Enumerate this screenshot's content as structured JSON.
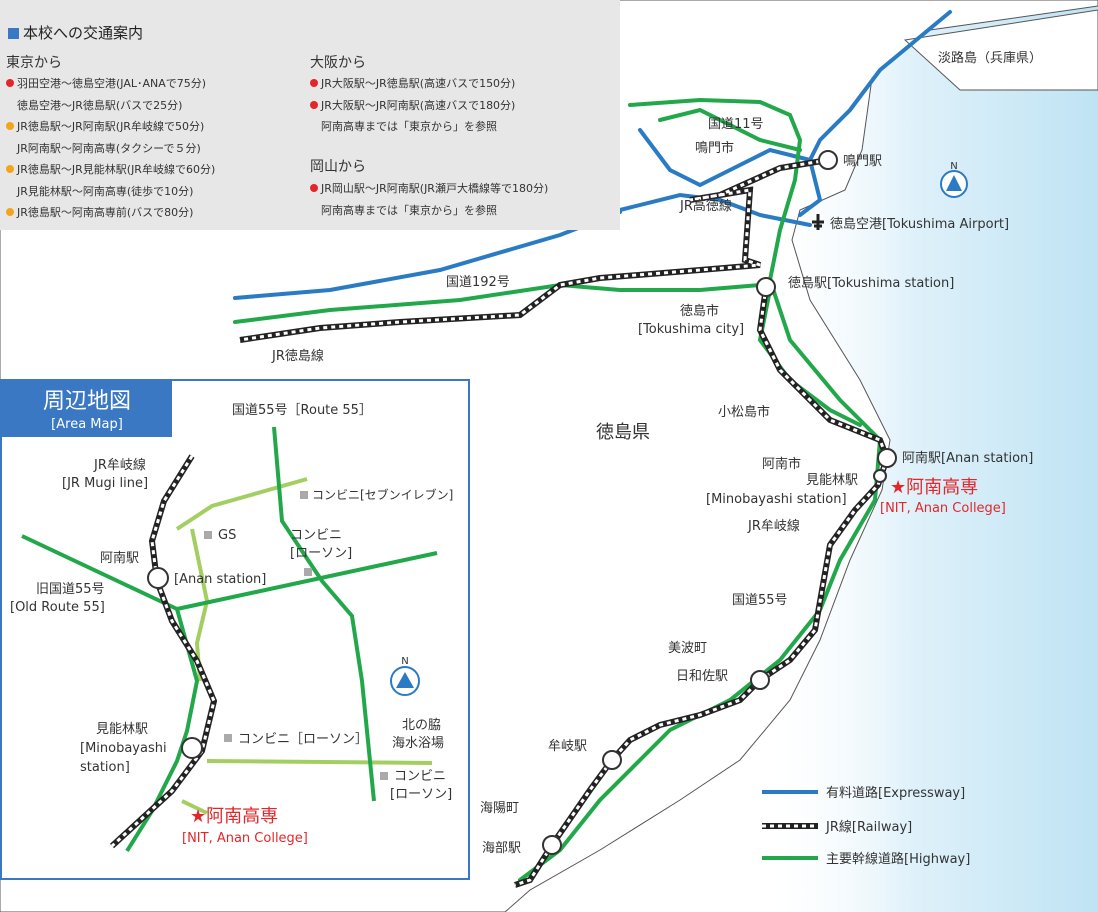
{
  "info": {
    "title": "本校への交通案内",
    "tokyo": {
      "heading": "東京から",
      "lines": [
        {
          "bullet": "red",
          "text": "羽田空港～徳島空港(JAL･ANAで75分)"
        },
        {
          "bullet": "none",
          "text": "徳島空港～JR徳島駅(バスで25分)"
        },
        {
          "bullet": "orange",
          "text": "JR徳島駅～JR阿南駅(JR牟岐線で50分)"
        },
        {
          "bullet": "none",
          "text": "JR阿南駅～阿南高専(タクシーで５分)"
        },
        {
          "bullet": "orange",
          "text": "JR徳島駅～JR見能林駅(JR牟岐線で60分)"
        },
        {
          "bullet": "none",
          "text": "JR見能林駅～阿南高専(徒歩で10分)"
        },
        {
          "bullet": "orange",
          "text": "JR徳島駅～阿南高専前(バスで80分)"
        }
      ]
    },
    "osaka": {
      "heading": "大阪から",
      "lines": [
        {
          "bullet": "red",
          "text": "JR大阪駅～JR徳島駅(高速バスで150分)"
        },
        {
          "bullet": "red",
          "text": "JR大阪駅～JR阿南駅(高速バスで180分)"
        },
        {
          "bullet": "none",
          "text": "阿南高専までは「東京から」を参照"
        }
      ]
    },
    "okayama": {
      "heading": "岡山から",
      "lines": [
        {
          "bullet": "red",
          "text": "JR岡山駅～JR阿南駅(JR瀬戸大橋線等で180分)"
        },
        {
          "bullet": "none",
          "text": "阿南高専までは「東京から」を参照"
        }
      ]
    }
  },
  "main_map": {
    "labels": {
      "awaji": "淡路島（兵庫県）",
      "route11": "国道11号",
      "naruto_city": "鳴門市",
      "naruto_station": "鳴門駅",
      "jr_kotoku": "JR高徳線",
      "airport": "徳島空港[Tokushima Airport]",
      "route192": "国道192号",
      "tokushima_station": "徳島駅[Tokushima station]",
      "tokushima_city": "徳島市",
      "tokushima_city_en": "[Tokushima city]",
      "jr_tokushima": "JR徳島線",
      "komatsushima": "小松島市",
      "prefecture": "徳島県",
      "anan_station": "阿南駅[Anan station]",
      "anan_city": "阿南市",
      "minobayashi": "見能林駅",
      "minobayashi_en": "[Minobayashi station]",
      "school": "★阿南高専",
      "school_en": "[NIT, Anan College]",
      "jr_mugi": "JR牟岐線",
      "route55": "国道55号",
      "minami": "美波町",
      "hiwasa": "日和佐駅",
      "mugi_station": "牟岐駅",
      "kaiyo": "海陽町",
      "kaifu": "海部駅",
      "north": "N"
    },
    "legend": {
      "expressway": "有料道路[Expressway]",
      "railway": "JR線[Railway]",
      "highway": "主要幹線道路[Highway]"
    },
    "colors": {
      "expressway": "#2a7bc4",
      "railway": "#222222",
      "highway": "#22a84a",
      "secondary": "#a3cf62",
      "accent": "#e3262a",
      "sea": "#c9e8f6"
    }
  },
  "area_map": {
    "title": "周辺地図",
    "title_en": "[Area Map]",
    "labels": {
      "route55": "国道55号［Route 55］",
      "jr_mugi": "JR牟岐線",
      "jr_mugi_en": "[JR Mugi line]",
      "seven": "コンビニ[セブンイレブン]",
      "gs": "GS",
      "conv": "コンビニ",
      "lawson": "[ローソン]",
      "anan_station": "阿南駅",
      "anan_station_en": "[Anan station]",
      "old_route": "旧国道55号",
      "old_route_en": "[Old Route 55]",
      "north": "N",
      "conv_lawson2": "コンビニ［ローソン］",
      "kitanowaki1": "北の脇",
      "kitanowaki2": "海水浴場",
      "minobayashi": "見能林駅",
      "minobayashi_en1": "[Minobayashi",
      "minobayashi_en2": "station]",
      "conv3": "コンビニ",
      "lawson3": "[ローソン]",
      "school": "★阿南高専",
      "school_en": "[NIT, Anan College]"
    }
  }
}
